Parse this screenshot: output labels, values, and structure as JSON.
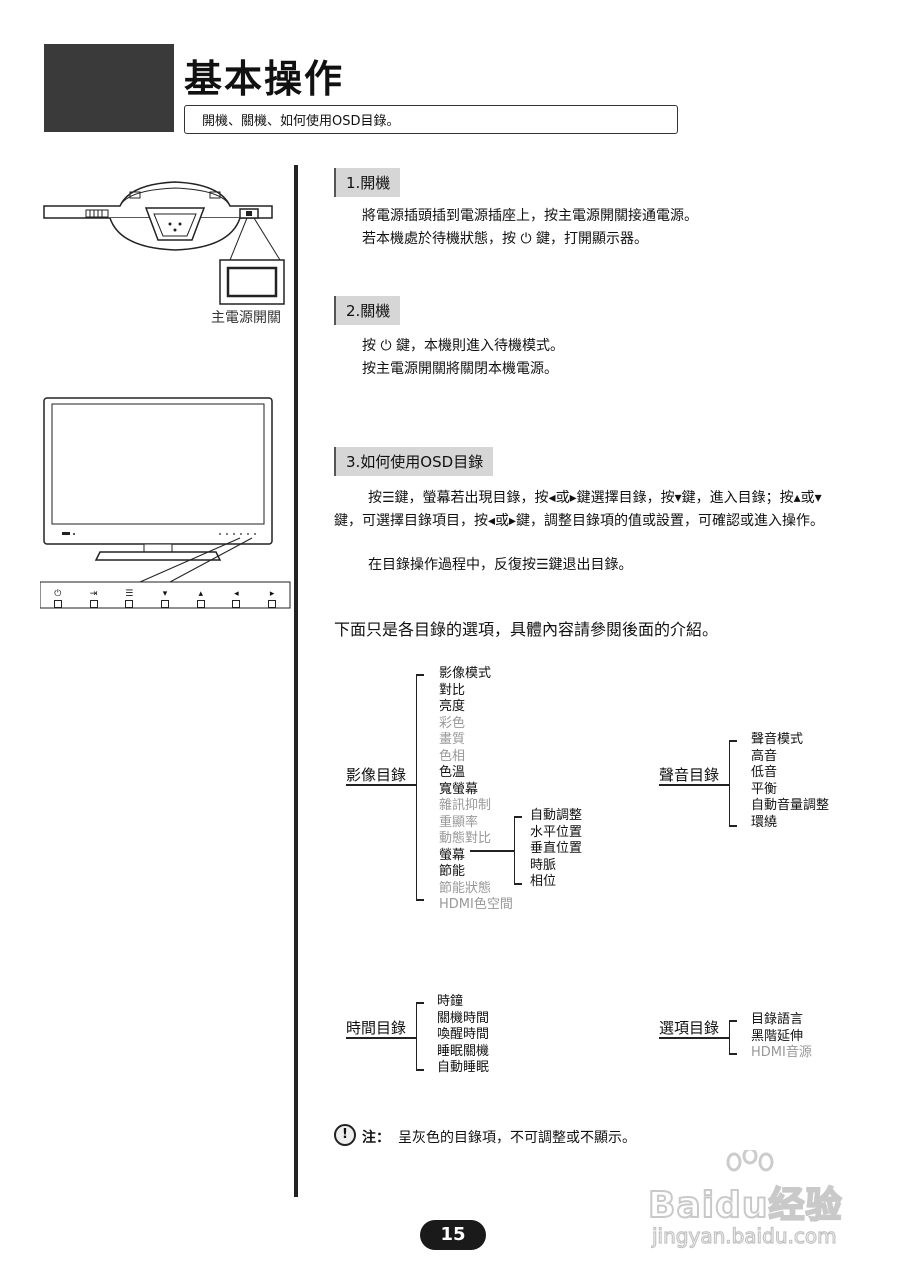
{
  "header": {
    "title": "基本操作",
    "subtitle": "開機、關機、如何使用OSD目錄。"
  },
  "left_panel": {
    "power_switch_label": "主電源開關",
    "control_buttons": [
      {
        "icon": "power-icon",
        "glyph": "⏻"
      },
      {
        "icon": "input-icon",
        "glyph": "⇥"
      },
      {
        "icon": "menu-icon",
        "glyph": "☰"
      },
      {
        "icon": "down-icon",
        "glyph": "▾"
      },
      {
        "icon": "up-icon",
        "glyph": "▴"
      },
      {
        "icon": "left-icon",
        "glyph": "◂"
      },
      {
        "icon": "right-icon",
        "glyph": "▸"
      }
    ]
  },
  "sections": {
    "power_on": {
      "label": "1.開機",
      "line1": "將電源插頭插到電源插座上，按主電源開關接通電源。",
      "line2": "若本機處於待機狀態，按 ⏻ 鍵，打開顯示器。"
    },
    "power_off": {
      "label": "2.關機",
      "line1": "按 ⏻ 鍵，本機則進入待機模式。",
      "line2": "按主電源開關將關閉本機電源。"
    },
    "osd": {
      "label": "3.如何使用OSD目錄",
      "para1": "按☰鍵，螢幕若出現目錄，按◂或▸鍵選擇目錄，按▾鍵，進入目錄；按▴或▾鍵，可選擇目錄項目，按◂或▸鍵，調整目錄項的值或設置，可確認或進入操作。",
      "para2": "在目錄操作過程中，反復按☰鍵退出目錄。"
    }
  },
  "intro": "下面只是各目錄的選項，具體內容請參閱後面的介紹。",
  "menus": {
    "image": {
      "title": "影像目錄",
      "items": [
        {
          "label": "影像模式",
          "gray": false
        },
        {
          "label": "對比",
          "gray": false
        },
        {
          "label": "亮度",
          "gray": false
        },
        {
          "label": "彩色",
          "gray": true
        },
        {
          "label": "畫質",
          "gray": true
        },
        {
          "label": "色相",
          "gray": true
        },
        {
          "label": "色溫",
          "gray": false
        },
        {
          "label": "寬螢幕",
          "gray": false
        },
        {
          "label": "雜訊抑制",
          "gray": true
        },
        {
          "label": "重顯率",
          "gray": true
        },
        {
          "label": "動態對比",
          "gray": true
        },
        {
          "label": "螢幕",
          "gray": false
        },
        {
          "label": "節能",
          "gray": false
        },
        {
          "label": "節能狀態",
          "gray": true
        },
        {
          "label": "HDMI色空間",
          "gray": true
        }
      ],
      "screen_sub": [
        "自動調整",
        "水平位置",
        "垂直位置",
        "時脈",
        "相位"
      ]
    },
    "sound": {
      "title": "聲音目錄",
      "items": [
        "聲音模式",
        "高音",
        "低音",
        "平衡",
        "自動音量調整",
        "環繞"
      ]
    },
    "time": {
      "title": "時間目錄",
      "items": [
        "時鐘",
        "關機時間",
        "喚醒時間",
        "睡眠關機",
        "自動睡眠"
      ]
    },
    "option": {
      "title": "選項目錄",
      "items": [
        {
          "label": "目錄語言",
          "gray": false
        },
        {
          "label": "黑階延伸",
          "gray": false
        },
        {
          "label": "HDMI音源",
          "gray": true
        }
      ]
    }
  },
  "note": {
    "label": "注：",
    "text": "呈灰色的目錄項，不可調整或不顯示。"
  },
  "page_number": "15",
  "watermark": {
    "brand": "Baidu经验",
    "url": "jingyan.baidu.com"
  },
  "colors": {
    "dark": "#3a3a3a",
    "label_bg": "#d6d6d6",
    "gray_text": "#999999"
  }
}
